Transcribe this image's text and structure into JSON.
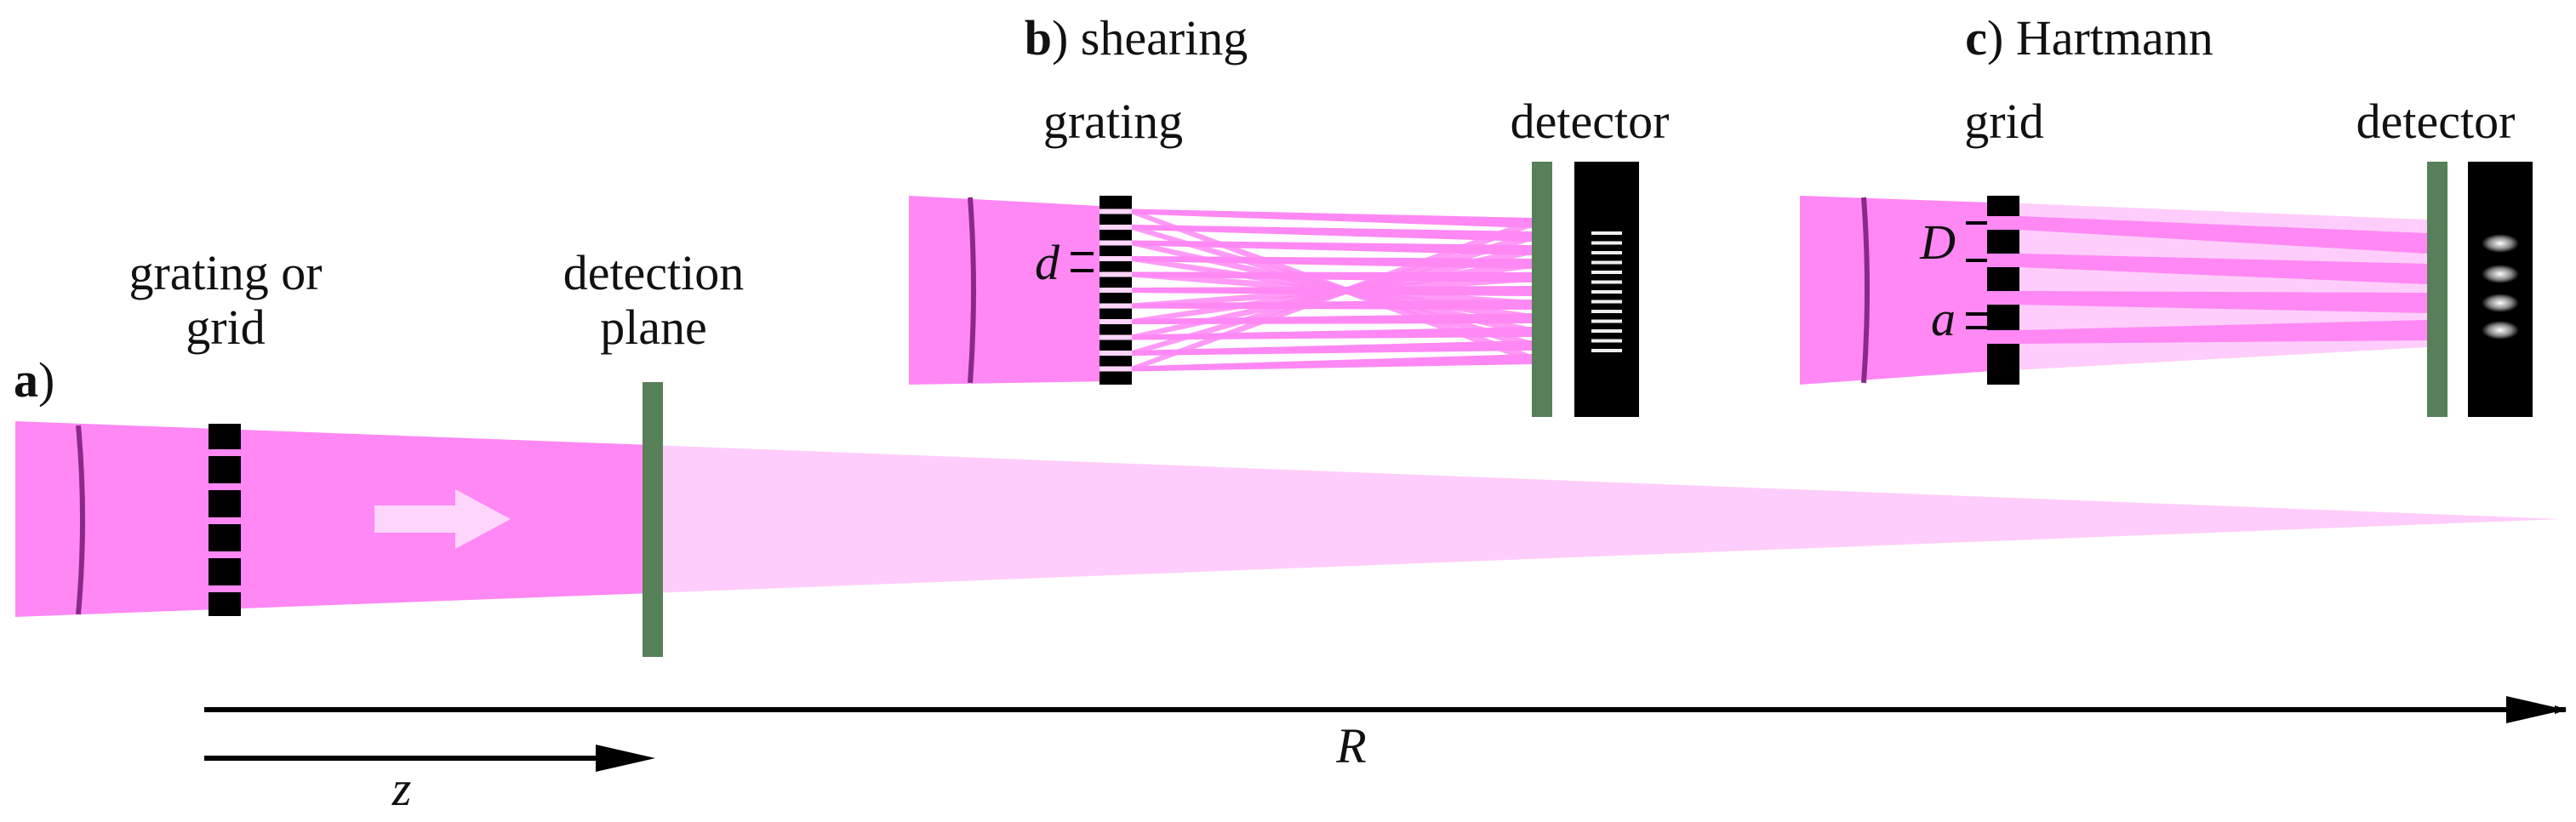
{
  "panel_a": {
    "tag": "a",
    "tag_suffix": ")",
    "grating_label_line1": "grating or",
    "grating_label_line2": "grid",
    "detection_label_line1": "detection",
    "detection_label_line2": "plane",
    "z_label": "z",
    "R_label": "R"
  },
  "panel_b": {
    "tag": "b",
    "title_suffix": ") shearing",
    "grating_label": "grating",
    "detector_label": "detector",
    "d_label": "d"
  },
  "panel_c": {
    "tag": "c",
    "title_suffix": ") Hartmann",
    "grid_label": "grid",
    "detector_label": "detector",
    "D_label": "D",
    "a_label": "a"
  },
  "colors": {
    "beam": "#ff88f4",
    "beam_light": "#ffcdfb",
    "wavefront": "#8a2a88",
    "detector": "#577f58",
    "grating": "#000000",
    "arrow": "#000000"
  }
}
